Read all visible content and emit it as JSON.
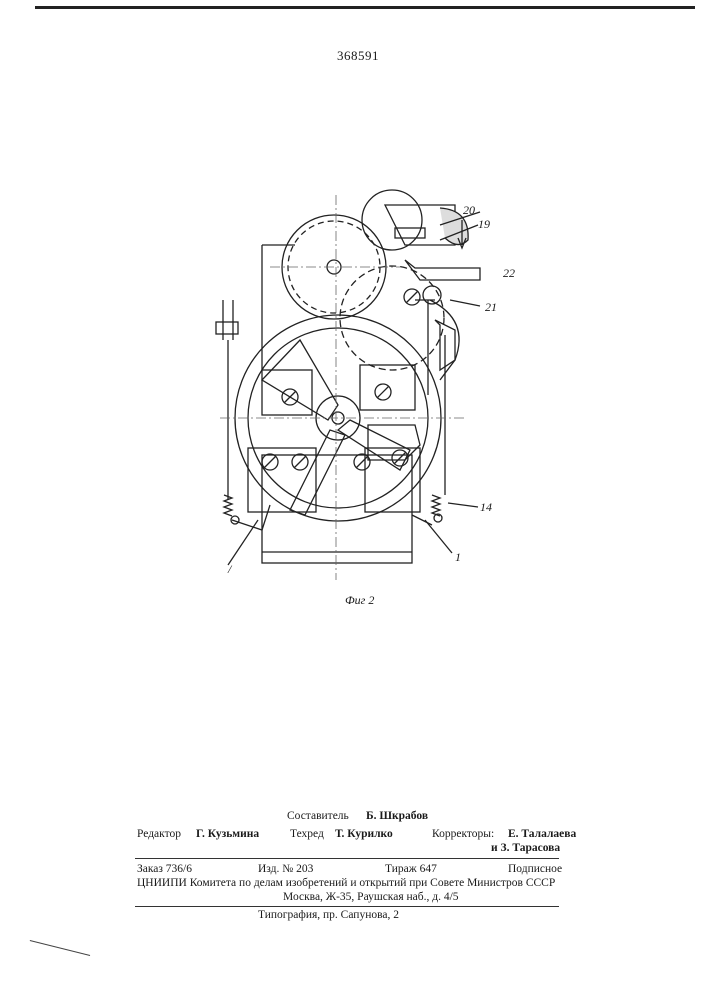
{
  "header": {
    "patent_number": "368591"
  },
  "figure": {
    "caption": "Фиг 2",
    "callouts": {
      "c20": "20",
      "c19": "19",
      "c22": "22",
      "c21": "21",
      "c14": "14",
      "c1_right": "1",
      "c1_left": "/"
    }
  },
  "footer": {
    "compiler_label": "Составитель",
    "compiler_name": "Б. Шкрабов",
    "editor_label": "Редактор",
    "editor_name": "Г. Кузьмина",
    "tech_label": "Техред",
    "tech_name": "Т. Курилко",
    "correctors_label": "Корректоры:",
    "corrector_1": "Е. Талалаева",
    "corrector_2": "и З. Тарасова",
    "order": "Заказ 736/6",
    "edition": "Изд. № 203",
    "circulation": "Тираж 647",
    "subscription": "Подписное",
    "org_line": "ЦНИИПИ Комитета по делам изобретений и открытий при Совете Министров СССР",
    "address": "Москва, Ж-35, Раушская наб., д. 4/5",
    "printing_house": "Типография, пр. Сапунова, 2"
  }
}
